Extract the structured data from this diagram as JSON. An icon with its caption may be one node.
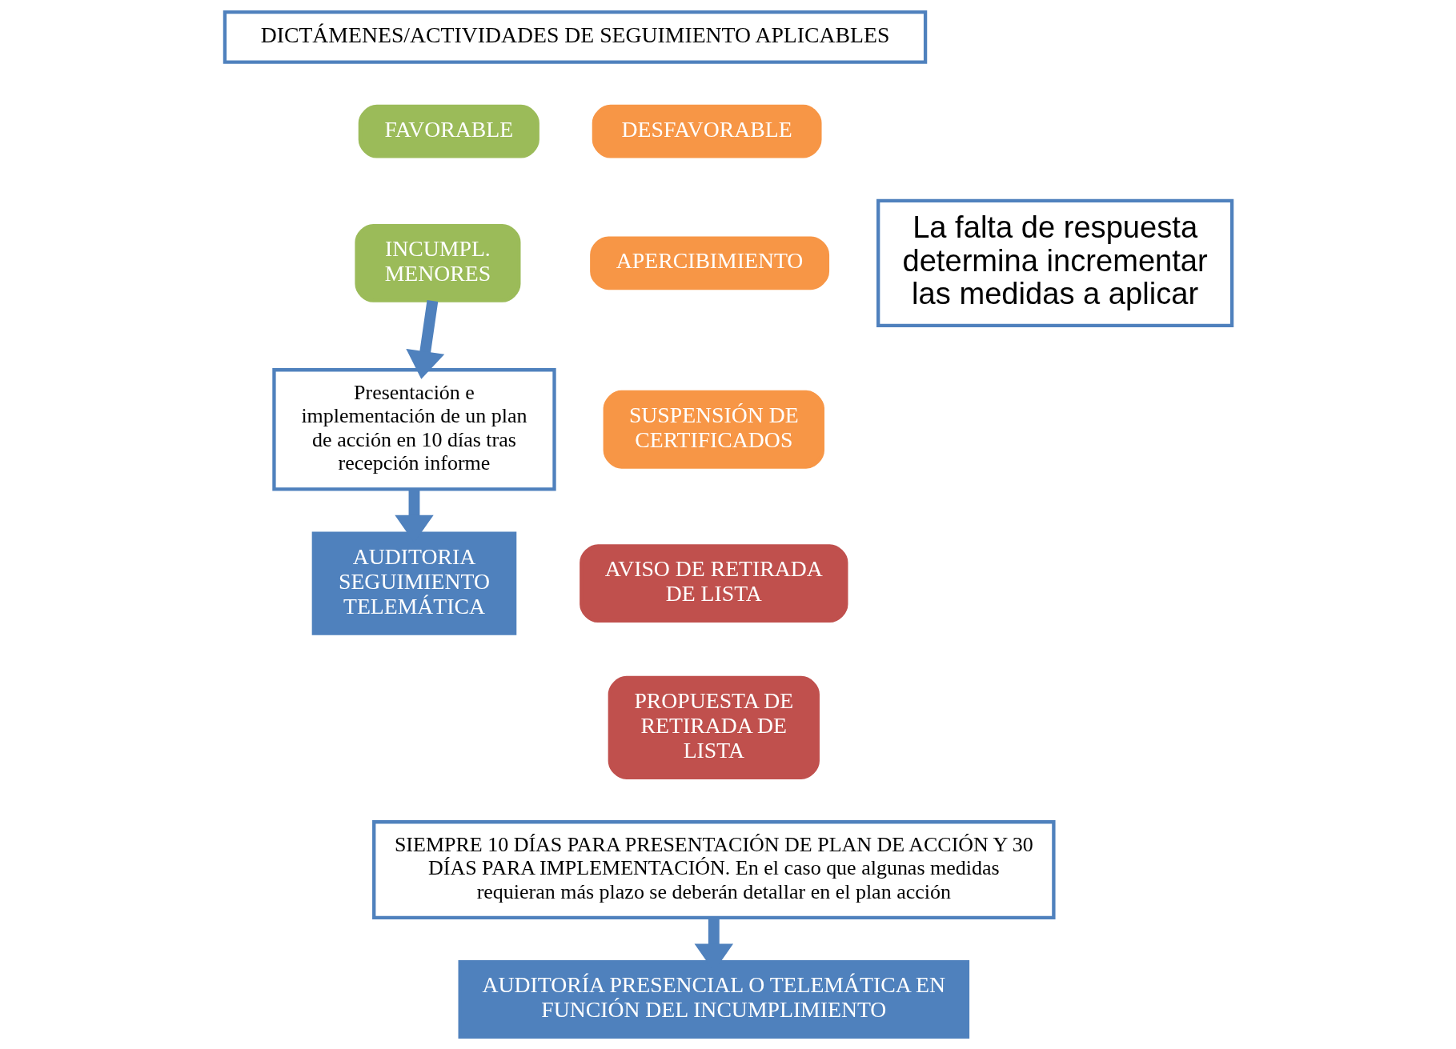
{
  "diagram": {
    "nodes": [
      {
        "text": [
          "DICTÁMENES/ACTIVIDADES DE SEGUIMIENTO APLICABLES"
        ]
      },
      {
        "text": [
          "FAVORABLE"
        ]
      },
      {
        "text": [
          "DESFAVORABLE"
        ]
      },
      {
        "text": [
          "INCUMPL. MENORES"
        ]
      },
      {
        "text": [
          "APERCIBIMIENTO"
        ]
      },
      {
        "text": [
          "SUSPENSIÓN DE CERTIFICADOS"
        ]
      },
      {
        "text": [
          "AVISO DE RETIRADA DE LISTA"
        ]
      },
      {
        "text": [
          "PROPUESTA DE RETIRADA DE LISTA"
        ]
      },
      {
        "text": [
          "La falta de respuesta determina incrementar las medidas a aplicar"
        ]
      },
      {
        "text": [
          "Presentación e implementación de un plan de acción en 10 días tras recepción informe"
        ]
      },
      {
        "text": [
          "AUDITORIA SEGUIMIENTO TELEMÁTICA"
        ]
      },
      {
        "text": [
          "SIEMPRE 10 DÍAS PARA PRESENTACIÓN DE PLAN DE ACCIÓN Y 30 DÍAS PARA IMPLEMENTACIÓN. En el caso que algunas medidas requieran más plazo se deberán detallar en el plan acción"
        ]
      },
      {
        "text": [
          "AUDITORÍA PRESENCIAL O TELEMÁTICA EN FUNCIÓN DEL INCUMPLIMIENTO"
        ]
      }
    ],
    "edges": [
      {
        "from": 3,
        "to": 9,
        "arrow": "to"
      },
      {
        "from": 9,
        "to": 10,
        "arrow": "to"
      },
      {
        "from": 11,
        "to": 12,
        "arrow": "to"
      }
    ]
  }
}
